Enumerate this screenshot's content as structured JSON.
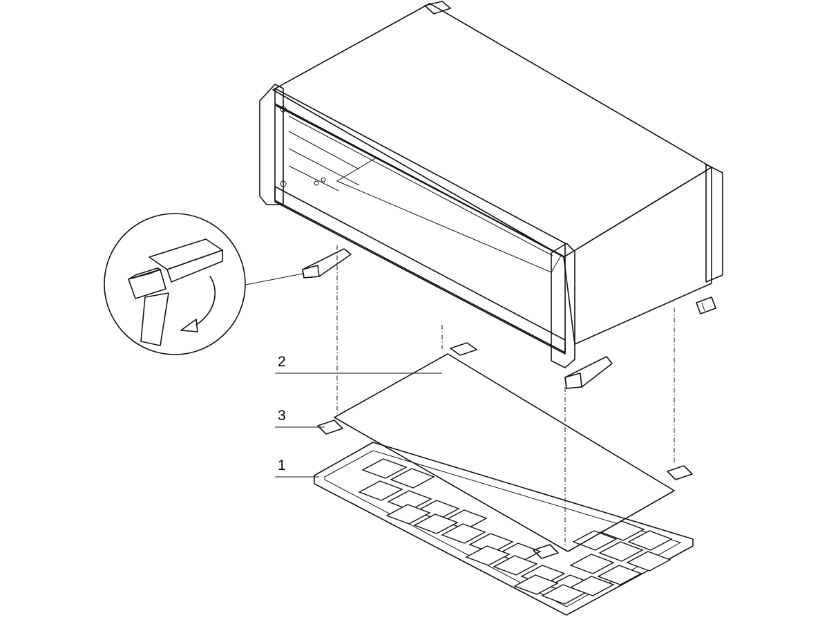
{
  "diagram": {
    "callouts": [
      {
        "id": "c1",
        "label": "1"
      },
      {
        "id": "c2",
        "label": "2"
      },
      {
        "id": "c3",
        "label": "3"
      }
    ],
    "colors": {
      "line": "#111111",
      "enclosure": "#ededed",
      "filter_mat": "#8f8f8f",
      "clip_dark": "#6b6b6b",
      "clip_light": "#d9d9d9",
      "pad": "#b5b5b5"
    }
  }
}
